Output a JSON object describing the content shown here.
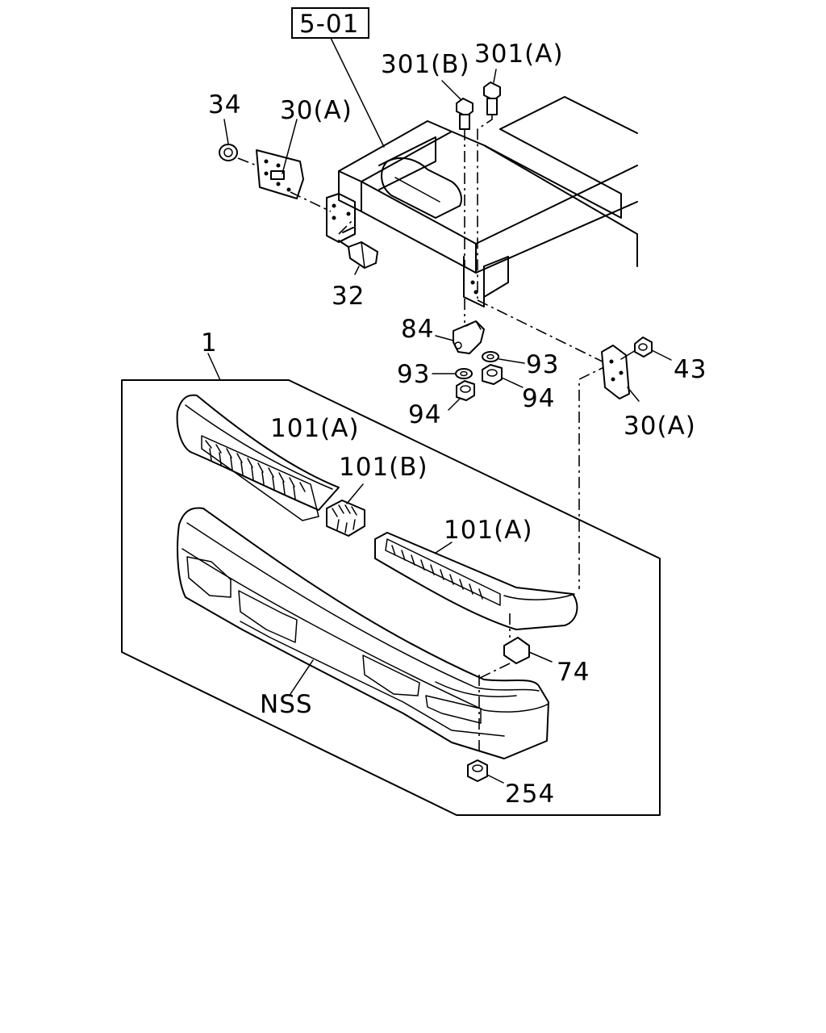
{
  "figure_ref": "5-01",
  "callouts": {
    "c1": "1",
    "c30a_top": "30(A)",
    "c30a_right": "30(A)",
    "c32": "32",
    "c34": "34",
    "c43": "43",
    "c74": "74",
    "c84": "84",
    "c93_left": "93",
    "c93_right": "93",
    "c94_left": "94",
    "c94_right": "94",
    "c101a_left": "101(A)",
    "c101a_right": "101(A)",
    "c101b": "101(B)",
    "c254": "254",
    "c301a": "301(A)",
    "c301b": "301(B)",
    "nss": "NSS"
  }
}
